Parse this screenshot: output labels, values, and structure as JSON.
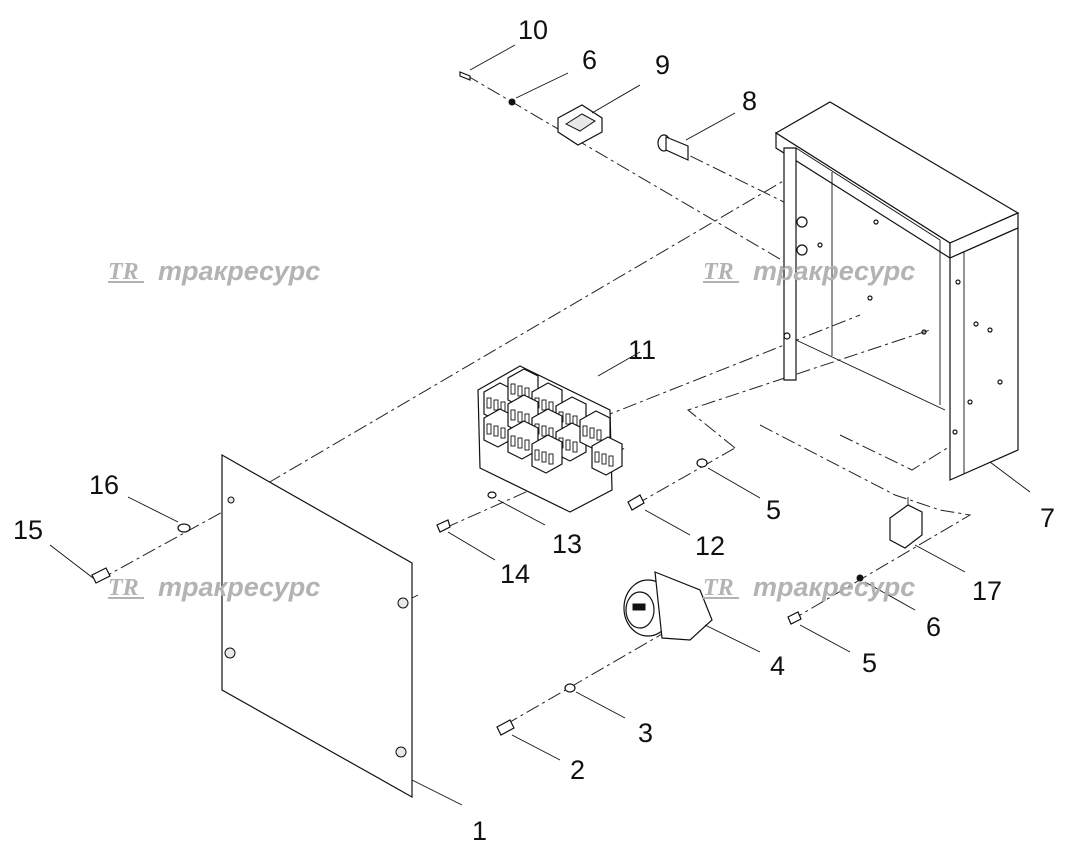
{
  "watermark": {
    "text": "тракресурс",
    "logo_name": "tr-logo"
  },
  "parts": [
    {
      "id": "1",
      "label": "1"
    },
    {
      "id": "2",
      "label": "2"
    },
    {
      "id": "3",
      "label": "3"
    },
    {
      "id": "4",
      "label": "4"
    },
    {
      "id": "5a",
      "label": "5"
    },
    {
      "id": "5b",
      "label": "5"
    },
    {
      "id": "6a",
      "label": "6"
    },
    {
      "id": "6b",
      "label": "6"
    },
    {
      "id": "7",
      "label": "7"
    },
    {
      "id": "8",
      "label": "8"
    },
    {
      "id": "9",
      "label": "9"
    },
    {
      "id": "10",
      "label": "10"
    },
    {
      "id": "11",
      "label": "11"
    },
    {
      "id": "12",
      "label": "12"
    },
    {
      "id": "13",
      "label": "13"
    },
    {
      "id": "14",
      "label": "14"
    },
    {
      "id": "15",
      "label": "15"
    },
    {
      "id": "16",
      "label": "16"
    },
    {
      "id": "17",
      "label": "17"
    }
  ]
}
